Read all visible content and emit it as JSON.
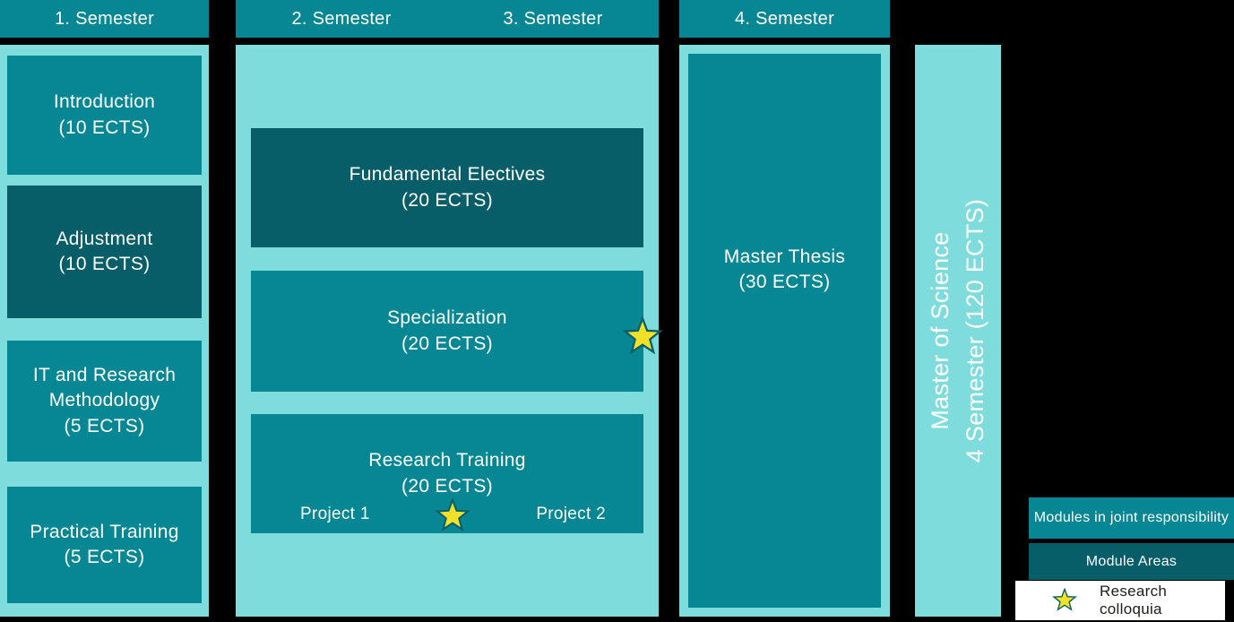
{
  "colors": {
    "background": "#000000",
    "teal": "#078794",
    "dark_teal": "#075E69",
    "light_teal": "#7FDCDD",
    "star_yellow": "#F2E126",
    "text_light": "#FFFFFF",
    "text_dark": "#1D1D1B",
    "legend_white": "#FFFFFF"
  },
  "headers": {
    "sem1": "1. Semester",
    "sem2": "2. Semester",
    "sem3": "3. Semester",
    "sem4": "4. Semester"
  },
  "column1": {
    "modules": [
      {
        "title": "Introduction",
        "ects": "(10 ECTS)"
      },
      {
        "title": "Adjustment",
        "ects": "(10 ECTS)"
      },
      {
        "title": "IT and Research Methodology",
        "ects": "(5 ECTS)"
      },
      {
        "title": "Practical Training",
        "ects": "(5 ECTS)"
      }
    ]
  },
  "column23": {
    "modules": [
      {
        "title": "Fundamental Electives",
        "ects": "(20 ECTS)"
      },
      {
        "title": "Specialization",
        "ects": "(20 ECTS)"
      },
      {
        "title": "Research Training",
        "ects": "(20 ECTS)",
        "project1": "Project 1",
        "project2": "Project 2"
      }
    ]
  },
  "column4": {
    "title": "Master Thesis",
    "ects": "(30 ECTS)"
  },
  "degree_bar": {
    "line1": "Master of Science",
    "line2": "4 Semester (120 ECTS)"
  },
  "legend": {
    "items": [
      {
        "label": "Modules in joint responsibility"
      },
      {
        "label": "Module Areas"
      },
      {
        "label": "Research colloquia"
      }
    ]
  },
  "icons": {
    "star": "research-colloquia-star"
  }
}
